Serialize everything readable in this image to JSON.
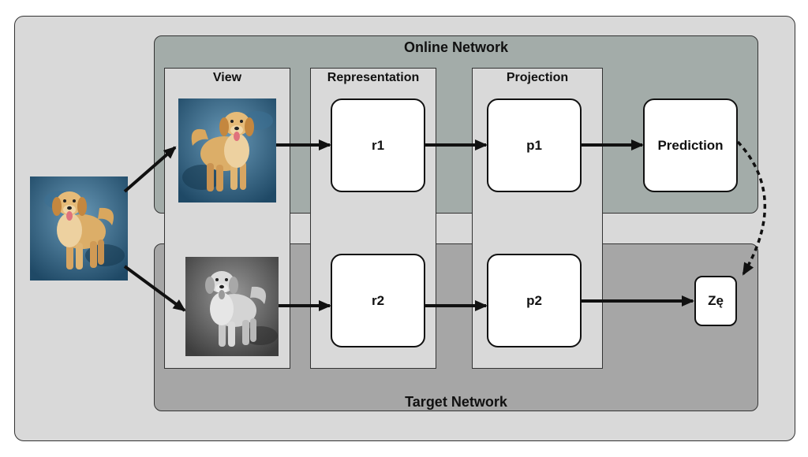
{
  "online_network": {
    "title": "Online Network"
  },
  "target_network": {
    "title": "Target Network"
  },
  "columns": {
    "view": "View",
    "representation": "Representation",
    "projection": "Projection"
  },
  "nodes": {
    "r1": "r1",
    "p1": "p1",
    "prediction": "Prediction",
    "r2": "r2",
    "p2": "p2",
    "z": "Zę"
  },
  "images": {
    "input": "golden-retriever-photo",
    "view1": "golden-retriever-color-view",
    "view2": "golden-retriever-grayscale-view"
  },
  "colors": {
    "outer_bg": "#d9d9d9",
    "online_bg": "#a3aca9",
    "target_bg": "#a6a6a6",
    "node_bg": "#ffffff",
    "photo_backdrop": "#2e5f82",
    "dog_fur": "#d9a75e"
  }
}
